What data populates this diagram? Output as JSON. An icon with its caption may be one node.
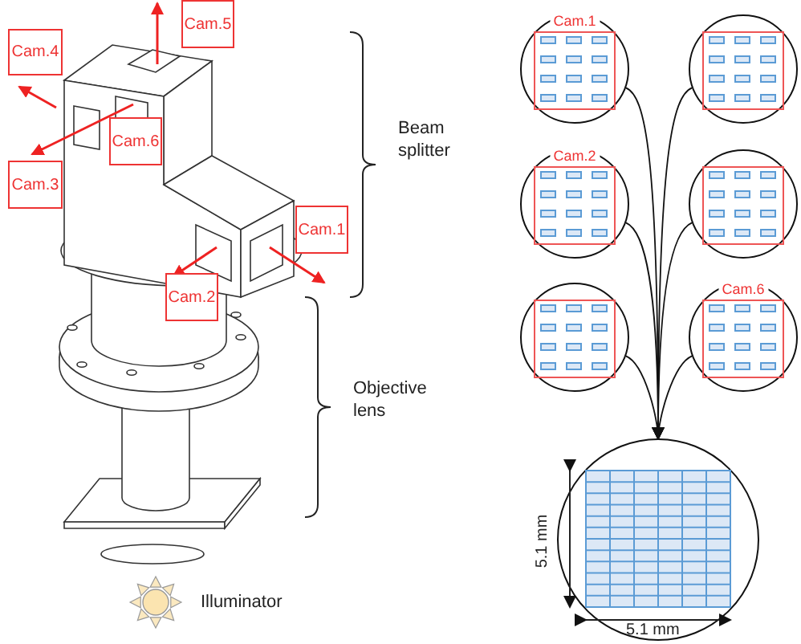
{
  "diagram": {
    "nodes": [
      {
        "text": [
          "Cam.5"
        ]
      },
      {
        "text": [
          "Cam.4"
        ]
      },
      {
        "text": [
          "Cam.6"
        ]
      },
      {
        "text": [
          "Cam.3"
        ]
      },
      {
        "text": [
          "Cam.1"
        ]
      },
      {
        "text": [
          "Cam.2"
        ]
      },
      {
        "text": [
          "Cam.1"
        ]
      },
      {
        "text": [],
        "shape": "circle"
      },
      {
        "text": [
          "Cam.2"
        ]
      },
      {
        "text": [],
        "shape": "circle"
      },
      {
        "text": [],
        "shape": "circle"
      },
      {
        "text": [
          "Cam.6"
        ]
      },
      {
        "text": [],
        "shape": "circle"
      }
    ],
    "edges": [
      {
        "from": 6,
        "to": 12,
        "arrow": "to"
      },
      {
        "from": 7,
        "to": 12,
        "arrow": "to"
      },
      {
        "from": 8,
        "to": 12,
        "arrow": "to"
      },
      {
        "from": 9,
        "to": 12,
        "arrow": "to"
      },
      {
        "from": 10,
        "to": 12,
        "arrow": "to"
      },
      {
        "from": 11,
        "to": 12,
        "arrow": "to"
      }
    ],
    "labels": [
      "Beam splitter",
      "Objective lens",
      "Illuminator",
      "5.1 mm",
      "5.1 mm"
    ]
  }
}
